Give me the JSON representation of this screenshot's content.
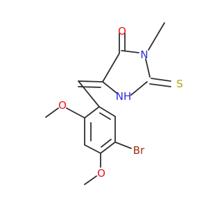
{
  "atoms": [
    {
      "id": "O1",
      "label": "O",
      "color": "#e8141e"
    },
    {
      "id": "N3",
      "label": "N",
      "color": "#2b2bd8"
    },
    {
      "id": "S",
      "label": "S",
      "color": "#b5a400"
    },
    {
      "id": "NH",
      "label": "NH",
      "color": "#2b2bd8"
    },
    {
      "id": "O2",
      "label": "O",
      "color": "#e8141e"
    },
    {
      "id": "Br",
      "label": "Br",
      "color": "#9b2a12"
    },
    {
      "id": "O3",
      "label": "O",
      "color": "#e8141e"
    }
  ],
  "bond_color": "#2f2f2f"
}
